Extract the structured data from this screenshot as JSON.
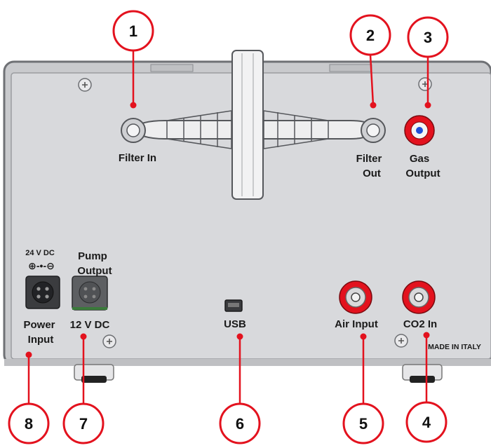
{
  "colors": {
    "panel": "#d8d9dc",
    "panel_edge": "#7c7e82",
    "callout": "#e3121e",
    "label": "#1a1a1a"
  },
  "callouts": [
    {
      "number": "1",
      "target": "Filter In"
    },
    {
      "number": "2",
      "target": "Filter Out"
    },
    {
      "number": "3",
      "target": "Gas Output"
    },
    {
      "number": "4",
      "target": "CO2 In"
    },
    {
      "number": "5",
      "target": "Air Input"
    },
    {
      "number": "6",
      "target": "USB"
    },
    {
      "number": "7",
      "target": "Pump Output 12 V DC"
    },
    {
      "number": "8",
      "target": "Power Input"
    }
  ],
  "labels": {
    "filter_in": "Filter In",
    "filter_out_1": "Filter",
    "filter_out_2": "Out",
    "gas_output_1": "Gas",
    "gas_output_2": "Output",
    "dc24": "24 V DC",
    "polarity": "⊕-•-⊖",
    "pump_1": "Pump",
    "pump_2": "Output",
    "dc12": "12 V DC",
    "power_1": "Power",
    "power_2": "Input",
    "usb": "USB",
    "air_input": "Air Input",
    "co2_in": "CO2 In",
    "made_in": "MADE IN ITALY"
  }
}
